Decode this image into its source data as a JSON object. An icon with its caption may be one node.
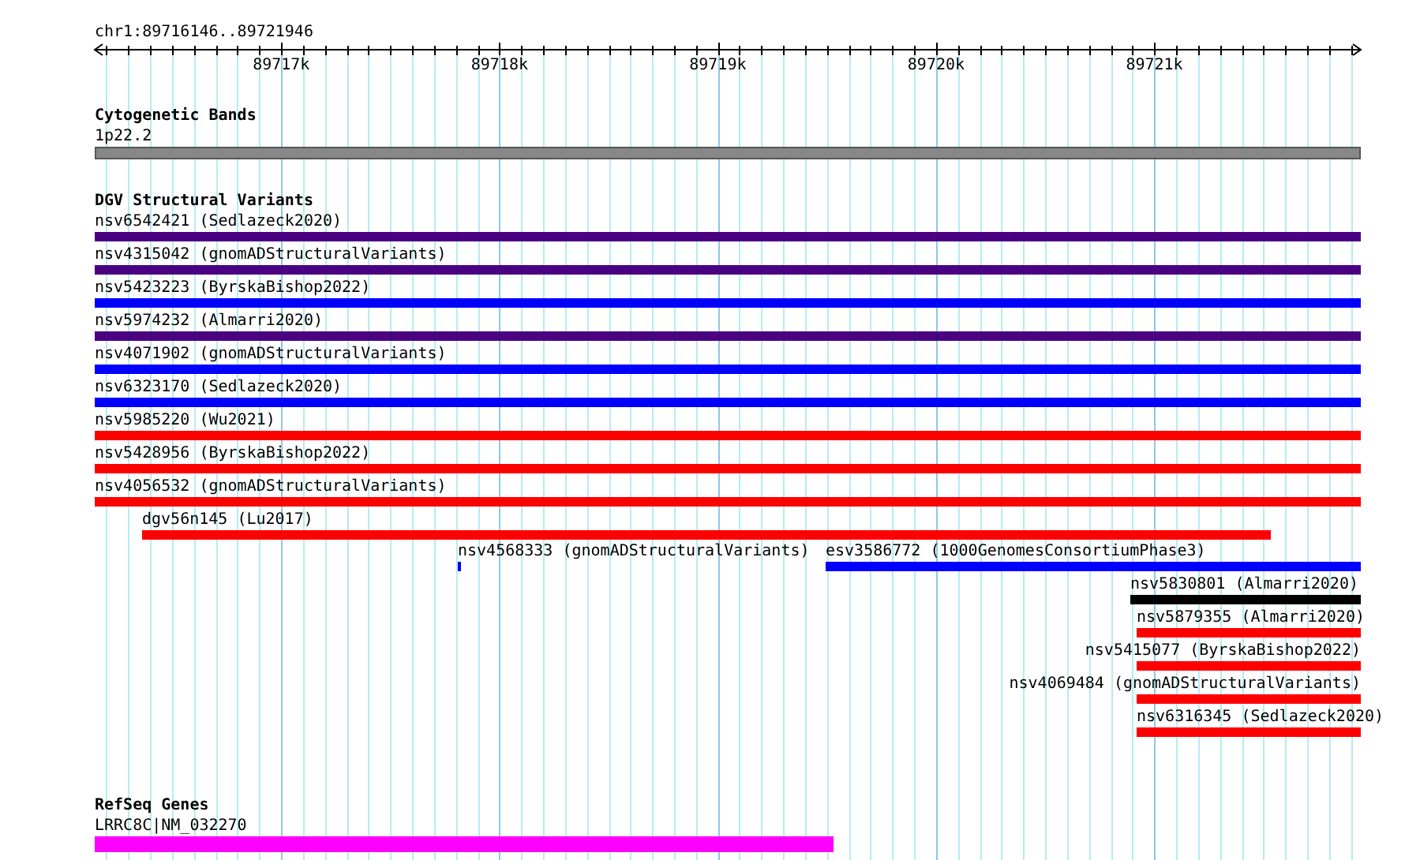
{
  "diagram": {
    "nodes": [
      {
        "text": [
          "1p22.2"
        ]
      },
      {
        "text": [
          "nsv6542421 (Sedlazeck2020)"
        ]
      },
      {
        "text": [
          "nsv4315042 (gnomADStructuralVariants)"
        ]
      },
      {
        "text": [
          "nsv5423223 (ByrskaBishop2022)"
        ]
      },
      {
        "text": [
          "nsv5974232 (Almarri2020)"
        ]
      },
      {
        "text": [
          "nsv4071902 (gnomADStructuralVariants)"
        ]
      },
      {
        "text": [
          "nsv6323170 (Sedlazeck2020)"
        ]
      },
      {
        "text": [
          "nsv5985220 (Wu2021)"
        ]
      },
      {
        "text": [
          "nsv5428956 (ByrskaBishop2022)"
        ]
      },
      {
        "text": [
          "nsv4056532 (gnomADStructuralVariants)"
        ]
      },
      {
        "text": [
          "dgv56n145 (Lu2017)"
        ]
      },
      {
        "text": [
          "nsv4568333 (gnomADStructuralVariants)"
        ]
      },
      {
        "text": [
          "esv3586772 (1000GenomesConsortiumPhase3)"
        ]
      },
      {
        "text": [
          "nsv5830801 (Almarri2020)"
        ]
      },
      {
        "text": [
          "nsv5879355 (Almarri2020)"
        ]
      },
      {
        "text": [
          "nsv5415077 (ByrskaBishop2022)"
        ]
      },
      {
        "text": [
          "nsv4069484 (gnomADStructuralVariants)"
        ]
      },
      {
        "text": [
          "nsv6316345 (Sedlazeck2020)"
        ]
      },
      {
        "text": [
          "LRRC8C|NM_032270"
        ]
      }
    ],
    "labels": [
      "chr1:89716146..89721946",
      "89717k",
      "89718k",
      "89719k",
      "89720k",
      "89721k",
      "Cytogenetic Bands",
      "DGV Structural Variants",
      "RefSeq Genes"
    ]
  }
}
